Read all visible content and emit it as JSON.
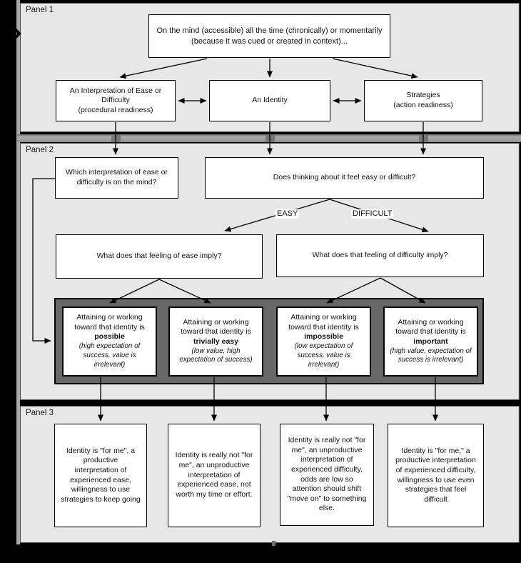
{
  "colors": {
    "app_background": "#000000",
    "panel_background": "#e7e7e7",
    "band_background": "#686868",
    "box_background": "#ffffff",
    "line_color": "#000000"
  },
  "icons": {
    "canvas_marker": "right-arrow"
  },
  "panel1": {
    "label": "Panel 1",
    "top_box": "On the mind (accessible) all the time (chronically) or momentarily (because it was cued or created in context)...",
    "interpretation_box": {
      "title": "An Interpretation of Ease or Difficulty",
      "subtitle": "(procedural readiness)"
    },
    "identity_box": "An Identity",
    "strategies_box": {
      "title": "Strategies",
      "subtitle": "(action readiness)"
    }
  },
  "panel2": {
    "label": "Panel 2",
    "which_box": "Which interpretation of ease or difficulty is on the mind?",
    "does_box": "Does thinking about it feel easy or difficult?",
    "easy_label": "EASY",
    "difficult_label": "DIFFICULT",
    "ease_imply_box": "What does that feeling of ease imply?",
    "difficulty_imply_box": "What does that feeling of difficulty imply?",
    "outcome_boxes": [
      {
        "prefix": "Attaining or working toward that identity is",
        "keyword": "possible",
        "note": "(high expectation of success, value is irrelevant)"
      },
      {
        "prefix": "Attaining or working toward that identity is",
        "keyword": "trivially easy",
        "note": "(low value, high expectation of success)"
      },
      {
        "prefix": "Attaining or working toward that identity is",
        "keyword": "impossible",
        "note": "(low expectation of success, value is irrelevant)"
      },
      {
        "prefix": "Attaining or working toward that identity is",
        "keyword": "important",
        "note": "(high value, expectation of success is irrelevant)"
      }
    ]
  },
  "panel3": {
    "label": "Panel 3",
    "boxes": [
      "Identity is \"for me\", a productive interpretation of experienced ease, willingness to use strategies to keep going",
      "Identity is really not \"for me\", an unproductive interpretation of experienced ease, not worth my time or effort.",
      "Identity is really not \"for me\", an unproductive interpretation of experienced difficulty, odds are low so attention should shift \"move on\" to something else.",
      "Identity is \"for me,\" a productive interpretation of experienced difficulty, willingness to use even strategies that feel difficult"
    ]
  }
}
